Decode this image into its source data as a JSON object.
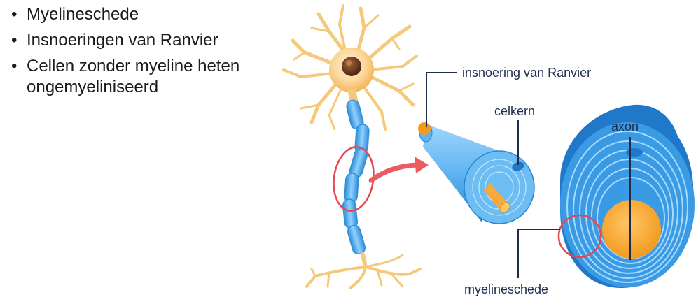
{
  "bullets": [
    "Myelineschede",
    "Insnoeringen van Ranvier",
    "Cellen zonder myeline heten ongemyeliniseerd"
  ],
  "labels": {
    "ranvier": "insnoering van Ranvier",
    "nucleus": "celkern",
    "axon": "axon",
    "myelin": "myelineschede"
  },
  "colors": {
    "myelin": "#4aa8e8",
    "myelin_dark": "#1f78c8",
    "axon": "#f7a93a",
    "dendrite": "#f5c97a",
    "highlight": "#e8464e",
    "label_line": "#1e2d4d"
  }
}
